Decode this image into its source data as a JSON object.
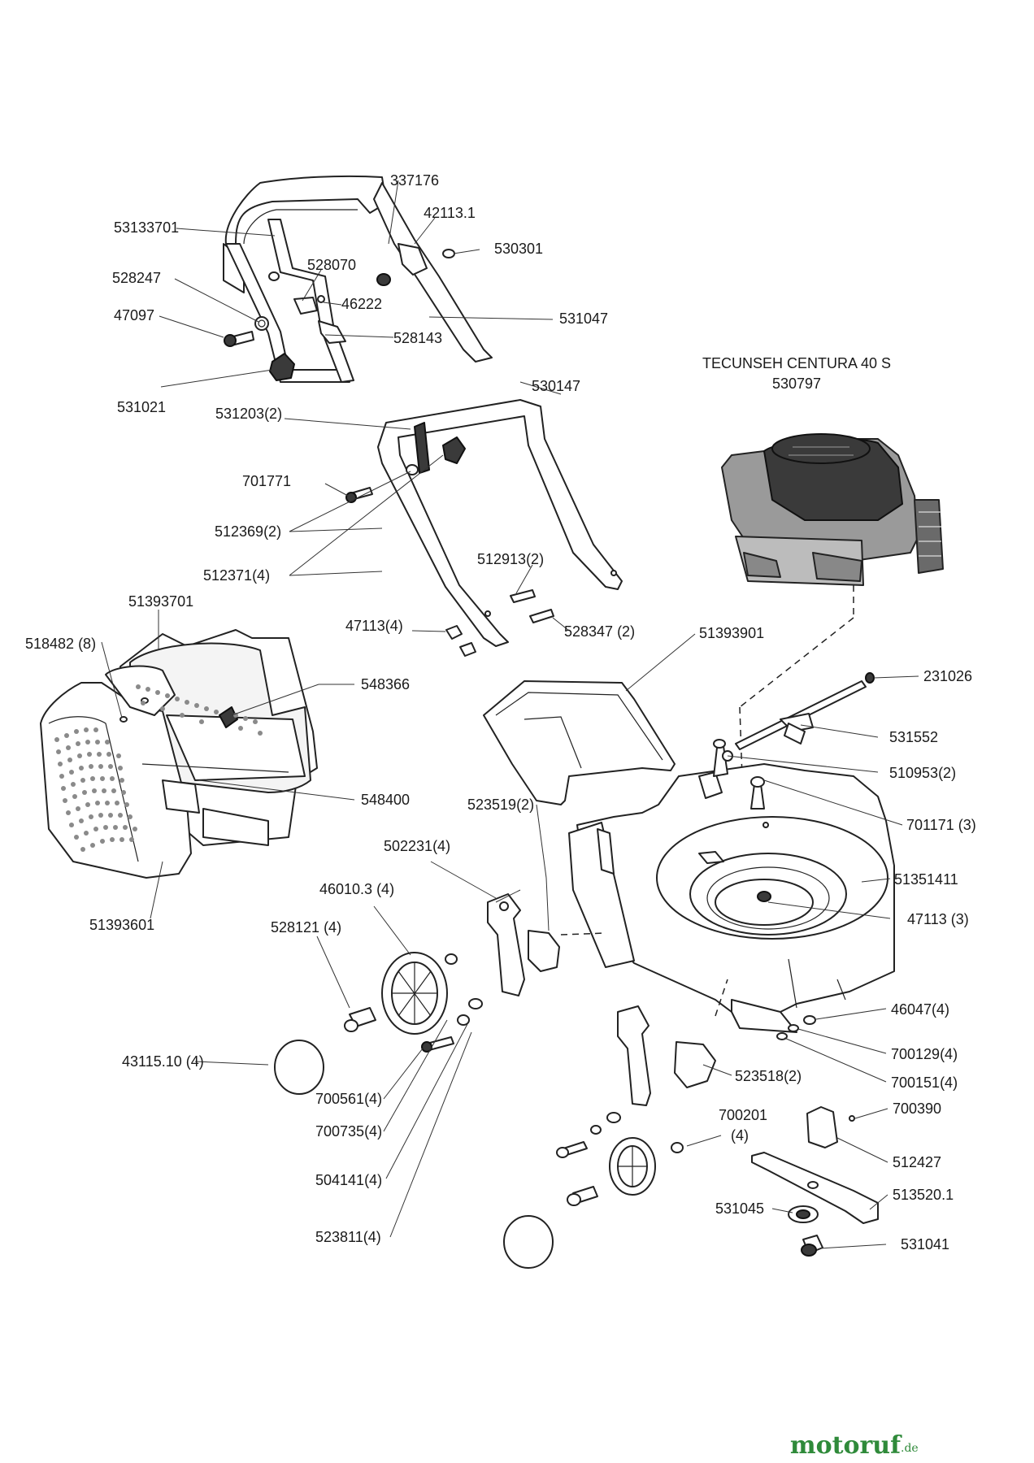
{
  "engine": {
    "title": "TECUNSEH CENTURA 40 S",
    "number": "530797"
  },
  "labels": {
    "p337176": "337176",
    "p42113_1": "42113.1",
    "p53133701": "53133701",
    "p530301": "530301",
    "p528070": "528070",
    "p528247": "528247",
    "p46222": "46222",
    "p47097": "47097",
    "p531047": "531047",
    "p528143": "528143",
    "p531021": "531021",
    "p530147": "530147",
    "p531203": "531203(2)",
    "p701771": "701771",
    "p512369": "512369(2)",
    "p512371": "512371(4)",
    "p512913": "512913(2)",
    "p47113_4": "47113(4)",
    "p528347": "528347 (2)",
    "p51393701": "51393701",
    "p518482": "518482 (8)",
    "p548366": "548366",
    "p548400": "548400",
    "p51393601": "51393601",
    "p51393901": "51393901",
    "p231026": "231026",
    "p531552": "531552",
    "p510953": "510953(2)",
    "p701171": "701171 (3)",
    "p523519": "523519(2)",
    "p502231": "502231(4)",
    "p51351411": "51351411",
    "p46010_3": "46010.3 (4)",
    "p47113_3": "47113 (3)",
    "p528121": "528121 (4)",
    "p46047": "46047(4)",
    "p43115_10": "43115.10 (4)",
    "p700129": "700129(4)",
    "p700151": "700151(4)",
    "p700561": "700561(4)",
    "p523518": "523518(2)",
    "p700735": "700735(4)",
    "p700201": "700201",
    "p700201_qty": "(4)",
    "p700390": "700390",
    "p504141": "504141(4)",
    "p512427": "512427",
    "p513520_1": "513520.1",
    "p531045": "531045",
    "p523811": "523811(4)",
    "p531041": "531041"
  },
  "watermark": {
    "brand": "motoruf",
    "tld": ".de"
  }
}
